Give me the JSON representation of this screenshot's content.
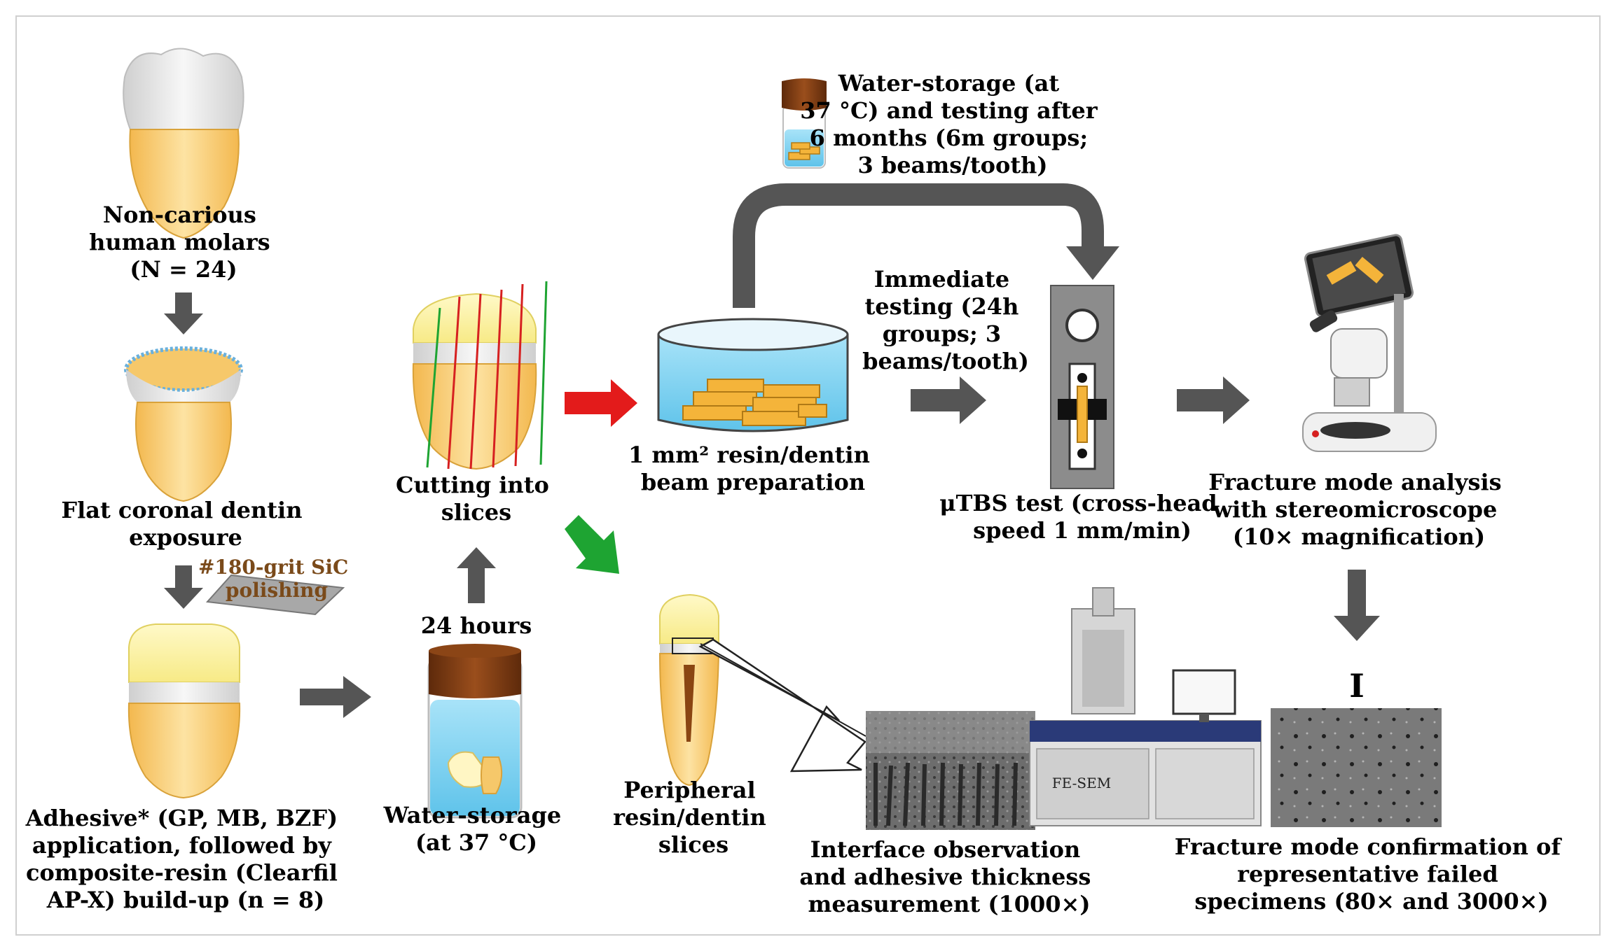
{
  "colors": {
    "arrow_gray": "#555555",
    "arrow_red": "#e31b1b",
    "arrow_green": "#1ea432",
    "dentin": "#f6c86a",
    "enamel": "#e9e9e9",
    "resin": "#fbf3a6",
    "water": "#8fd6f2",
    "cap": "#7b3a12"
  },
  "labels": {
    "tooth1": [
      "Non-carious",
      "human molars",
      "(N = 24)"
    ],
    "tooth2": [
      "Flat coronal dentin",
      "exposure"
    ],
    "polishing": [
      "#180-grit SiC",
      "polishing"
    ],
    "tooth3": [
      "Adhesive* (GP, MB, BZF)",
      "application, followed by",
      "composite-resin (Clearfil",
      "AP-X) build-up (n = 8)"
    ],
    "storage24": [
      "Water-storage",
      "(at 37 °C)"
    ],
    "hours24": "24 hours",
    "cutting": [
      "Cutting into",
      "slices"
    ],
    "beam": [
      "1 mm² resin/dentin",
      "beam preparation"
    ],
    "storage6m": [
      "Water-storage (at",
      "37 °C) and testing after",
      "6 months (6m groups;",
      "3 beams/tooth)"
    ],
    "immediate": [
      "Immediate",
      "testing (24h",
      "groups; 3",
      "beams/tooth)"
    ],
    "utbs": [
      "μTBS test (cross-head",
      "speed 1 mm/min)"
    ],
    "fracture": [
      "Fracture mode analysis",
      "with stereomicroscope",
      "(10× magnification)"
    ],
    "peripheral": [
      "Peripheral",
      "resin/dentin",
      "slices"
    ],
    "interface": [
      "Interface observation",
      "and adhesive thickness",
      "measurement (1000×)"
    ],
    "sem_label": "FE-SEM",
    "confirm": [
      "Fracture mode confirmation of",
      "representative failed",
      "specimens (80× and 3000×)"
    ]
  }
}
